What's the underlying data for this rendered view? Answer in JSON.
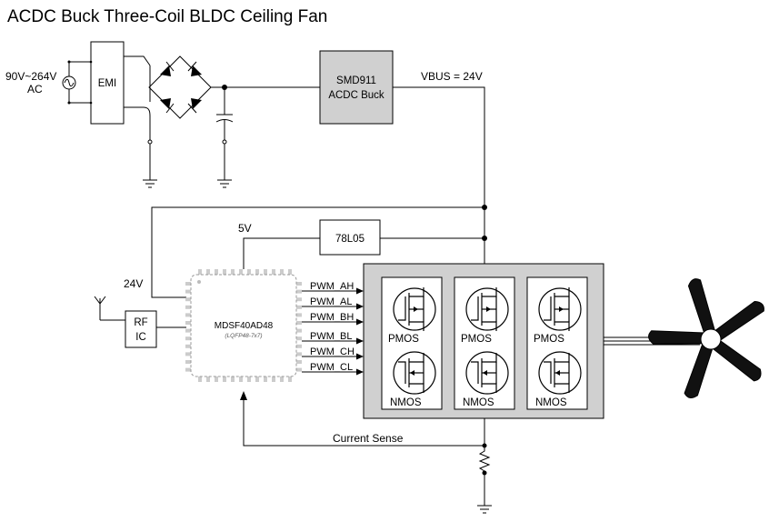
{
  "title": "ACDC Buck Three-Coil BLDC Ceiling Fan",
  "input": {
    "voltage_label": "90V~264V",
    "type_label": "AC"
  },
  "blocks": {
    "emi": "EMI",
    "buck_line1": "SMD911",
    "buck_line2": "ACDC Buck",
    "ldo": "78L05",
    "rf_line1": "RF",
    "rf_line2": "IC",
    "mcu_name": "MDSF40AD48",
    "mcu_package": "(LQFP48-7x7)"
  },
  "nets": {
    "vbus": "VBUS = 24V",
    "v5": "5V",
    "v24": "24V",
    "current_sense": "Current Sense"
  },
  "pwm_signals": [
    "PWM_AH",
    "PWM_AL",
    "PWM_BH",
    "PWM_BL",
    "PWM_CH",
    "PWM_CL"
  ],
  "mosfets": {
    "high_side": [
      "PMOS",
      "PMOS",
      "PMOS"
    ],
    "low_side": [
      "NMOS",
      "NMOS",
      "NMOS"
    ]
  },
  "colors": {
    "buck_fill": "#d0d0d0",
    "bridge_fill": "#d0d0d0",
    "fan_blade": "#111111",
    "fan_hub": "#ffffff"
  }
}
